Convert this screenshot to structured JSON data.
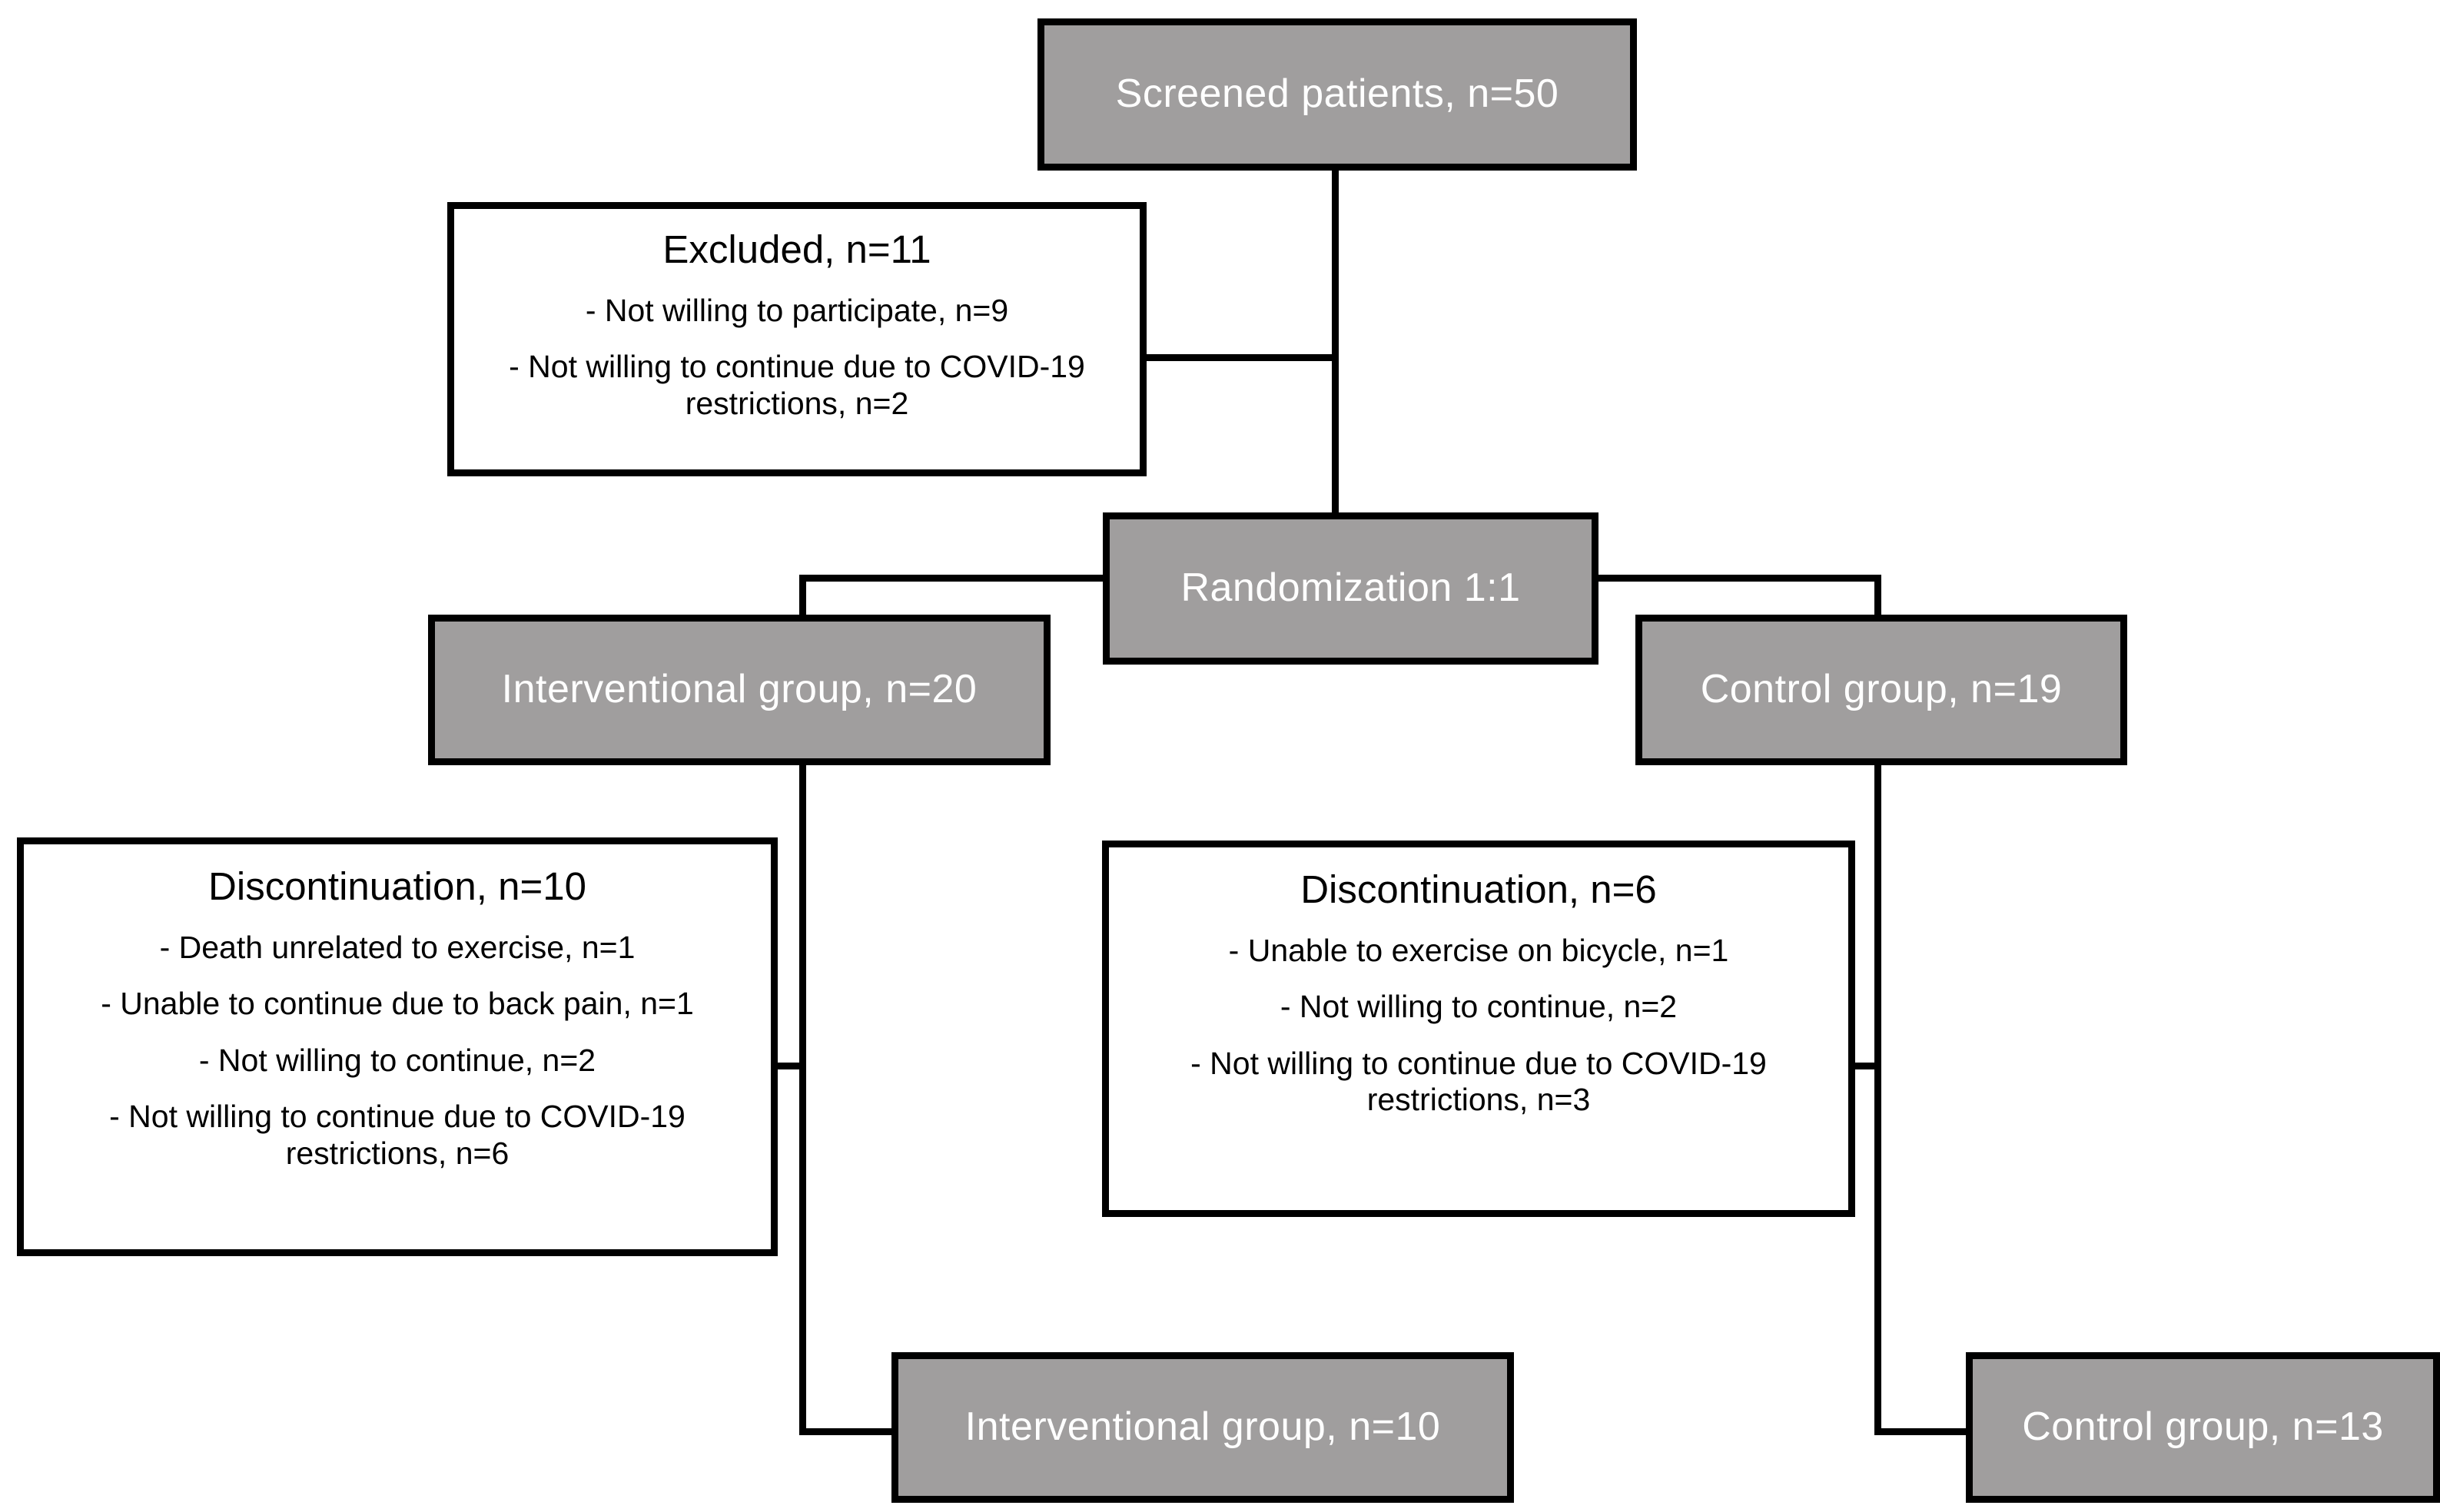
{
  "diagram": {
    "title": "CONSORT participant flow",
    "colors": {
      "node_fill": "#a09e9e",
      "node_fill_text": "#ffffff",
      "node_outline_fill": "#ffffff",
      "node_outline_text": "#000000",
      "border": "#000000",
      "background": "#ffffff"
    }
  },
  "nodes": {
    "screened": {
      "label": "Screened patients, n=50"
    },
    "excluded": {
      "title": "Excluded,  n=11",
      "reasons": [
        "- Not willing to participate, n=9",
        "- Not willing to continue due to COVID-19 restrictions, n=2"
      ]
    },
    "randomization": {
      "label": "Randomization  1:1"
    },
    "interventional_allocated": {
      "label": "Interventional  group, n=20"
    },
    "control_allocated": {
      "label": "Control group, n=19"
    },
    "discontinuation_interventional": {
      "title": "Discontinuation,  n=10",
      "reasons": [
        "- Death unrelated to exercise, n=1",
        "- Unable to continue due to back pain, n=1",
        "- Not willing to continue, n=2",
        "- Not willing to continue due to COVID-19 restrictions, n=6"
      ]
    },
    "discontinuation_control": {
      "title": "Discontinuation,  n=6",
      "reasons": [
        "- Unable to exercise on bicycle, n=1",
        "- Not willing to continue, n=2",
        "- Not willing to continue due to COVID-19 restrictions, n=3"
      ]
    },
    "interventional_analyzed": {
      "label": "Interventional  group, n=10"
    },
    "control_analyzed": {
      "label": "Control group, n=13"
    }
  },
  "chart_data": {
    "type": "diagram",
    "title": "CONSORT participant flow",
    "flow": [
      {
        "id": "screened",
        "label": "Screened patients",
        "n": 50
      },
      {
        "id": "excluded",
        "label": "Excluded",
        "n": 11,
        "breakdown": [
          {
            "reason": "Not willing to participate",
            "n": 9
          },
          {
            "reason": "Not willing to continue due to COVID-19 restrictions",
            "n": 2
          }
        ]
      },
      {
        "id": "randomization",
        "label": "Randomization",
        "ratio": "1:1"
      },
      {
        "id": "interventional_allocated",
        "label": "Interventional group",
        "n": 20
      },
      {
        "id": "control_allocated",
        "label": "Control group",
        "n": 19
      },
      {
        "id": "discontinuation_interventional",
        "label": "Discontinuation",
        "n": 10,
        "breakdown": [
          {
            "reason": "Death unrelated to exercise",
            "n": 1
          },
          {
            "reason": "Unable to continue due to back pain",
            "n": 1
          },
          {
            "reason": "Not willing to continue",
            "n": 2
          },
          {
            "reason": "Not willing to continue due to COVID-19 restrictions",
            "n": 6
          }
        ]
      },
      {
        "id": "discontinuation_control",
        "label": "Discontinuation",
        "n": 6,
        "breakdown": [
          {
            "reason": "Unable to exercise on bicycle",
            "n": 1
          },
          {
            "reason": "Not willing to continue",
            "n": 2
          },
          {
            "reason": "Not willing to continue due to COVID-19 restrictions",
            "n": 3
          }
        ]
      },
      {
        "id": "interventional_analyzed",
        "label": "Interventional group",
        "n": 10
      },
      {
        "id": "control_analyzed",
        "label": "Control group",
        "n": 13
      }
    ],
    "edges": [
      {
        "from": "screened",
        "to": "randomization"
      },
      {
        "from": "screened",
        "to": "excluded"
      },
      {
        "from": "randomization",
        "to": "interventional_allocated"
      },
      {
        "from": "randomization",
        "to": "control_allocated"
      },
      {
        "from": "interventional_allocated",
        "to": "discontinuation_interventional"
      },
      {
        "from": "interventional_allocated",
        "to": "interventional_analyzed"
      },
      {
        "from": "control_allocated",
        "to": "discontinuation_control"
      },
      {
        "from": "control_allocated",
        "to": "control_analyzed"
      }
    ]
  }
}
